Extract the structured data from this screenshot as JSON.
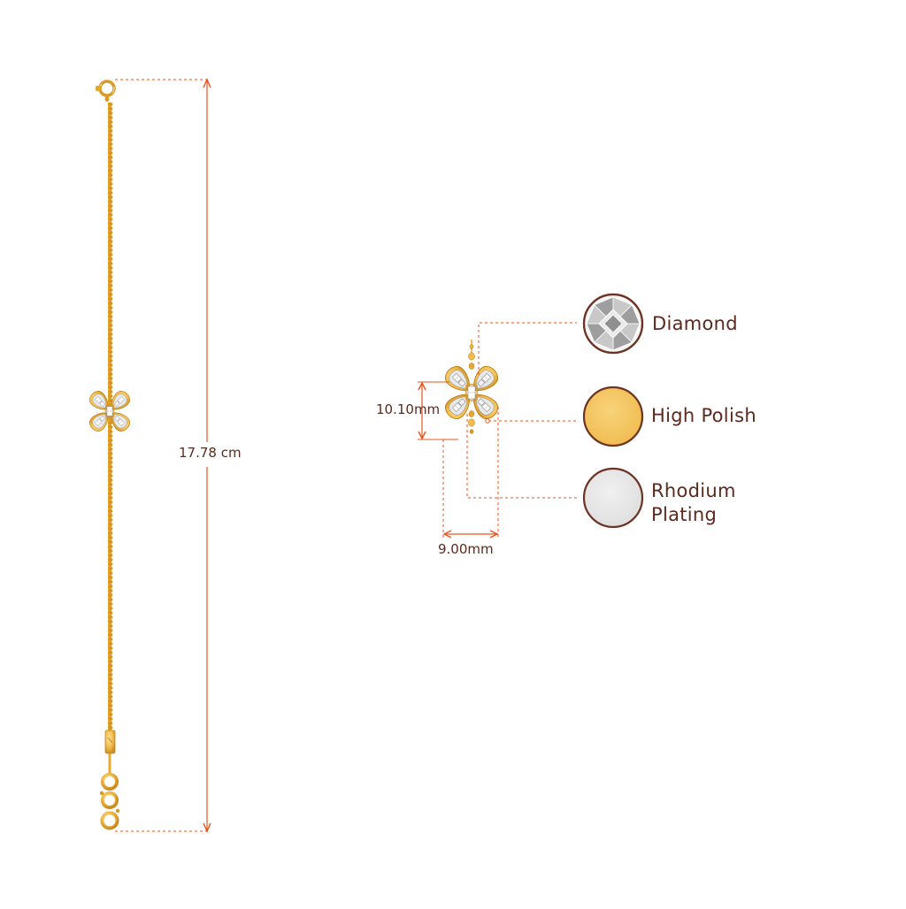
{
  "dimensions": {
    "length": "17.78 cm",
    "height": "10.10mm",
    "width": "9.00mm"
  },
  "materials": [
    {
      "label": "Diamond",
      "swatch_color": "#d9d9d9",
      "icon": "diamond-stone-icon"
    },
    {
      "label": "High Polish",
      "swatch_color": "#f3c35c",
      "icon": "gold-swatch-icon"
    },
    {
      "label": "Rhodium\nPlating",
      "swatch_color": "#e5e5e5",
      "icon": "rhodium-swatch-icon"
    }
  ],
  "colors": {
    "dimension_line": "#e8541f",
    "gold": "#f0b43a",
    "gold_dark": "#c8841a",
    "text": "#5a2a1e",
    "swatch_ring": "#6e3322"
  }
}
